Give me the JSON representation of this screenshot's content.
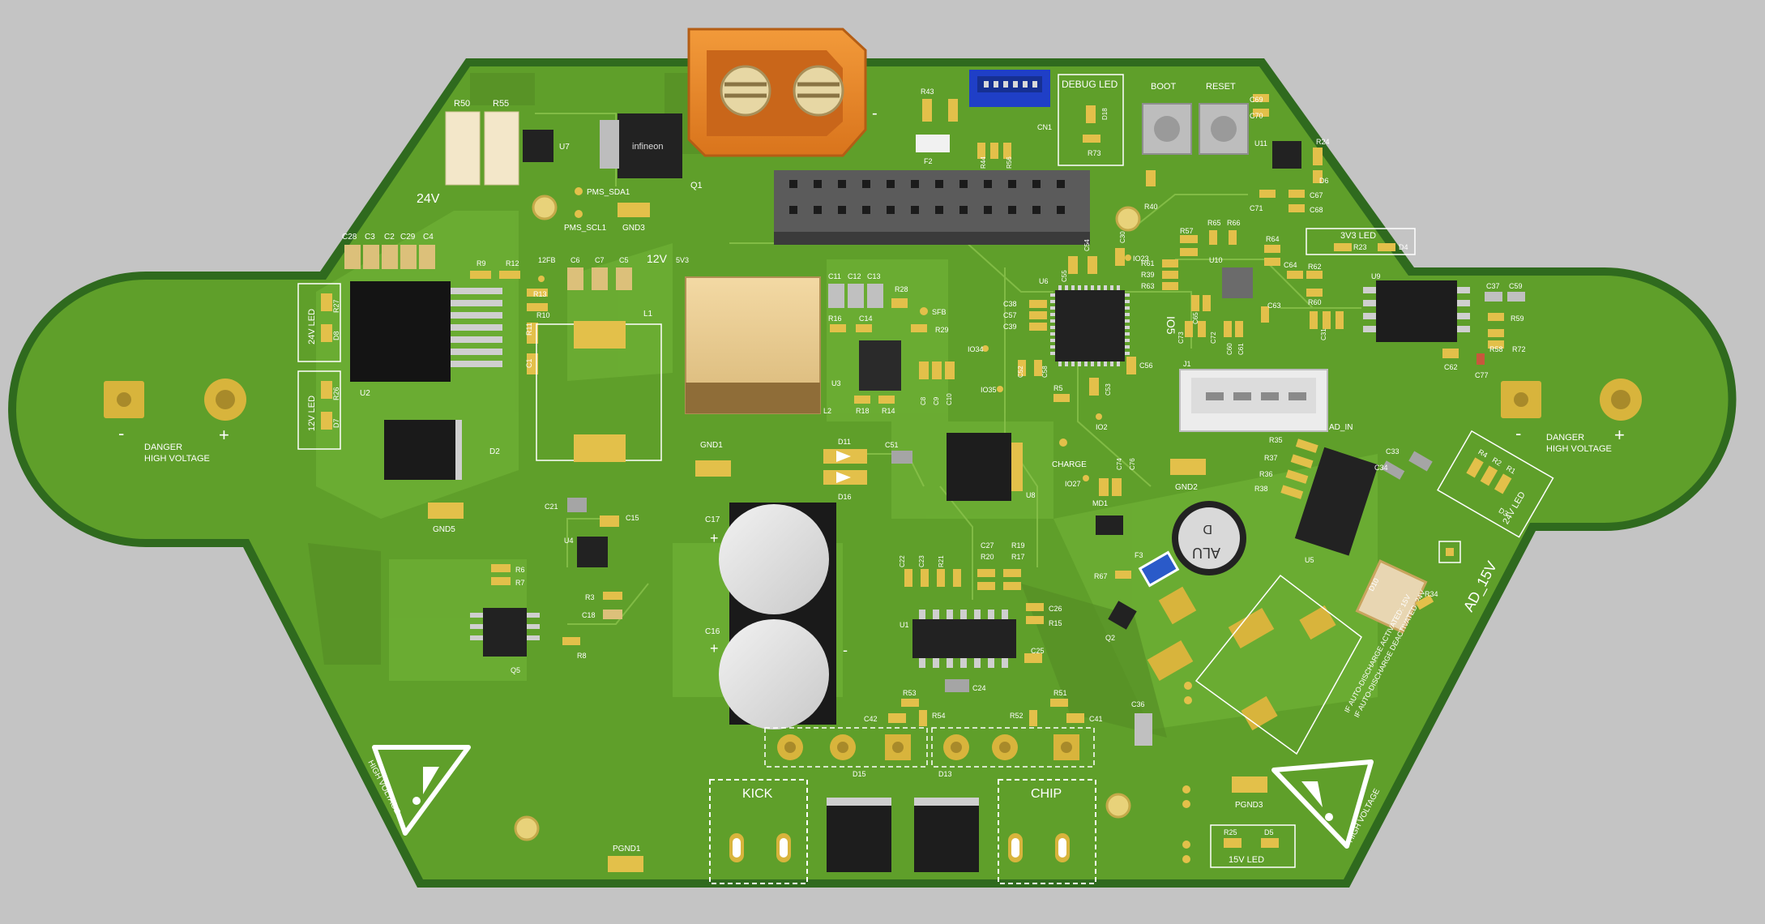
{
  "colors": {
    "background": "#c4c4c4",
    "board_edge": "#2f6a1e",
    "board": "#5f9f2a",
    "pour": "#6cad33",
    "silk": "#ffffff",
    "pad": "#e3c04a",
    "chip": "#2a2a2a",
    "connector": "#e8872a",
    "header": "#1f3fc7",
    "capacitor": "#dedede"
  },
  "board": {
    "warnings": {
      "danger": "DANGER",
      "high_voltage": "HIGH VOLTAGE",
      "high_voltage_triangle": "HIGH VOLTAGE"
    },
    "polarity": {
      "minus": "-",
      "plus": "+"
    },
    "voltages": {
      "v24": "24V",
      "v12": "12V",
      "v5v3": "5V3",
      "ad_15v": "AD_15V",
      "vio5": "IO5"
    },
    "boxed_labels": {
      "debug_led": "DEBUG LED",
      "led_3v3": "3V3 LED",
      "led_24v": "24V LED",
      "led_12v": "12V LED",
      "led_15v": "15V LED",
      "led_24v_right": "24V LED",
      "kick": "KICK",
      "chip": "CHIP"
    },
    "buttons": {
      "boot": "BOOT",
      "reset": "RESET"
    },
    "test_points": {
      "pms_sda1": "PMS_SDA1",
      "pms_scl1": "PMS_SCL1",
      "gnd3": "GND3",
      "gnd1": "GND1",
      "gnd2": "GND2",
      "gnd5": "GND5",
      "pgnd1": "PGND1",
      "pgnd3": "PGND3",
      "charge": "CHARGE",
      "sfb": "SFB",
      "fb12": "12FB",
      "ad_in": "AD_IN"
    },
    "ics": {
      "u1": "U1",
      "u2": "U2",
      "u3": "U3",
      "u4": "U4",
      "u5": "U5",
      "u6": "U6",
      "u7": "U7",
      "u8": "U8",
      "u9": "U9",
      "u10": "U10",
      "u11": "U11",
      "q1": "Q1",
      "q5": "Q5",
      "l1": "L1",
      "l2": "L2",
      "cn1": "CN1",
      "j1": "J1",
      "d2": "D2",
      "d10": "D10",
      "d11": "D11",
      "d16": "D16",
      "d15": "D15",
      "d13": "D13",
      "f2": "F2",
      "f3": "F3",
      "md1": "MD1"
    },
    "components": {
      "r50": "R50",
      "r55": "R55",
      "r43": "R43",
      "r44": "R44",
      "r56": "R56",
      "d18": "D18",
      "r73": "R73",
      "c69": "C69",
      "c70": "C70",
      "r24": "R24",
      "d6": "D6",
      "r40": "R40",
      "c71": "C71",
      "c67": "C67",
      "c68": "C68",
      "r65": "R65",
      "r66": "R66",
      "r57": "R57",
      "r64": "R64",
      "c64": "C64",
      "r62": "R62",
      "r60": "R60",
      "r23": "R23",
      "d4": "D4",
      "c37": "C37",
      "c59": "C59",
      "r59": "R59",
      "r58": "R58",
      "r72": "R72",
      "c62": "C62",
      "c77": "C77",
      "c28": "C28",
      "c3": "C3",
      "c2": "C2",
      "c29": "C29",
      "c4": "C4",
      "r9": "R9",
      "r12": "R12",
      "r13": "R13",
      "r10": "R10",
      "r11": "R11",
      "c1": "C1",
      "c6": "C6",
      "c7": "C7",
      "c5": "C5",
      "c11": "C11",
      "c12": "C12",
      "c13": "C13",
      "r28": "R28",
      "r29": "R29",
      "r16": "R16",
      "c14": "C14",
      "r18": "R18",
      "r14": "R14",
      "c8": "C8",
      "c9": "C9",
      "c10": "C10",
      "c55": "C55",
      "c54": "C54",
      "c38": "C38",
      "c57": "C57",
      "c39": "C39",
      "c56": "C56",
      "c52": "C52",
      "c58": "C58",
      "io34": "IO34",
      "io35": "IO35",
      "io2": "IO2",
      "io27": "IO27",
      "c65": "C65",
      "r61": "R61",
      "r39": "R39",
      "r63": "R63",
      "c73": "C73",
      "c72": "C72",
      "io23": "IO23",
      "c60": "C60",
      "c61": "C61",
      "c63": "C63",
      "r35": "R35",
      "r37": "R37",
      "r36": "R36",
      "r38": "R38",
      "c34": "C34",
      "c33": "C33",
      "r4": "R4",
      "r2": "R2",
      "r1": "R1",
      "d3": "D3",
      "c74": "C74",
      "c76": "C76",
      "r5": "R5",
      "c53": "C53",
      "c51": "C51",
      "r67": "R67",
      "q2": "Q2",
      "c21": "C21",
      "c15": "C15",
      "r6": "R6",
      "r7": "R7",
      "r3": "R3",
      "c18": "C18",
      "r8": "R8",
      "c17": "C17",
      "c16": "C16",
      "c22": "C22",
      "c23": "C23",
      "r21": "R21",
      "c27": "C27",
      "r20": "R20",
      "r19": "R19",
      "r17": "R17",
      "c26": "C26",
      "r15": "R15",
      "c25": "C25",
      "c24": "C24",
      "r53": "R53",
      "r54": "R54",
      "c42": "C42",
      "r52": "R52",
      "r51": "R51",
      "c41": "C41",
      "c36": "C36",
      "r25": "R25",
      "d5": "D5",
      "r34": "R34",
      "r26": "R26",
      "d7": "D7",
      "r27": "R27",
      "d8": "D8",
      "c30": "C30",
      "c31": "C31"
    },
    "markings": {
      "infineon": "infineon",
      "alu": "ALU",
      "alu_d": "D",
      "auto_discharge_1": "IF AUTO-DISCHARGE ACTIVATED:  15V",
      "auto_discharge_2": "IF AUTO-DISCHARGE DEACTIVATED:  24V"
    }
  }
}
